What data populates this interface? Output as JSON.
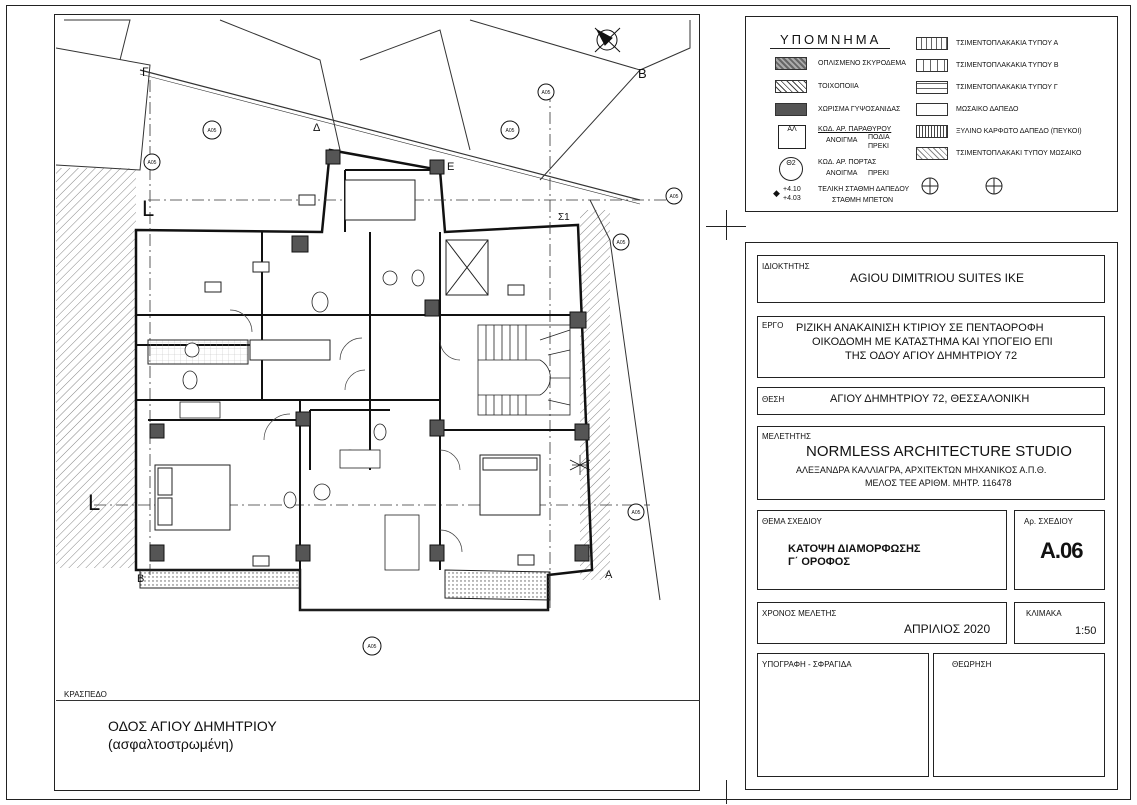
{
  "drawing": {
    "street_name": "ΟΔΟΣ ΑΓΙΟΥ ΔΗΜΗΤΡΙΟΥ",
    "street_surface": "(ασφαλτοστρωμένη)",
    "curb_label": "ΚΡΑΣΠΕΔΟ",
    "section_markers": [
      "A",
      "B",
      "Γ",
      "Δ",
      "Ε",
      "Σ1"
    ],
    "ref_tags": [
      "A05",
      "A05",
      "A05",
      "A05",
      "A05",
      "A05",
      "A05",
      "A05"
    ],
    "north_arrow": "north-arrow-icon"
  },
  "legend": {
    "title": "ΥΠΟΜΝΗΜΑ",
    "items_left": [
      {
        "label": "ΟΠΛΙΣΜΕΝΟ ΣΚΥΡΟΔΕΜΑ",
        "pattern": "concrete"
      },
      {
        "label": "ΤΟΙΧΟΠΟΙΙΑ",
        "pattern": "hatch"
      },
      {
        "label": "ΧΩΡΙΣΜΑ ΓΥΨΟΣΑΝΙΔΑΣ",
        "pattern": "solid"
      }
    ],
    "window_code": {
      "tag": "ΑΛ",
      "label": "ΚΩΔ. ΑΡ. ΠΑΡΑΘΥΡΟΥ",
      "sub1": "ΑΝΟΙΓΜΑ",
      "sub2": "ΠΟΔΙΑ",
      "sub3": "ΠΡΕΚΙ"
    },
    "door_code": {
      "tag": "Θ2",
      "label": "ΚΩΔ. ΑΡ. ΠΟΡΤΑΣ",
      "sub1": "ΑΝΟΙΓΜΑ",
      "sub2": "ΠΡΕΚΙ"
    },
    "level": {
      "value1": "+4.10",
      "value2": "+4.03",
      "label1": "ΤΕΛΙΚΗ ΣΤΑΘΜΗ ΔΑΠΕΔΟΥ",
      "label2": "ΣΤΑΘΜΗ ΜΠΕΤΟΝ"
    },
    "items_right": [
      {
        "label": "ΤΣΙΜΕΝΤΟΠΛΑΚΑΚΙΑ ΤΥΠΟΥ Α"
      },
      {
        "label": "ΤΣΙΜΕΝΤΟΠΛΑΚΑΚΙΑ ΤΥΠΟΥ Β"
      },
      {
        "label": "ΤΣΙΜΕΝΤΟΠΛΑΚΑΚΙΑ ΤΥΠΟΥ Γ"
      },
      {
        "label": "ΜΩΣΑΙΚΟ ΔΑΠΕΔΟ"
      },
      {
        "label": "ΞΥΛΙΝΟ ΚΑΡΦΩΤΟ ΔΑΠΕΔΟ (ΠΕΥΚΟΙ)"
      },
      {
        "label": "ΤΣΙΜΕΝΤΟΠΛΑΚΑΚΙ ΤΥΠΟΥ ΜΩΣΑΙΚΟ"
      }
    ]
  },
  "title_block": {
    "owner_label": "ΙΔΙΟΚΤΗΤΗΣ",
    "owner_value": "AGIOU DIMITRIOU SUITES IKE",
    "project_label": "ΕΡΓΟ",
    "project_line1": "ΡΙΖΙΚΗ ΑΝΑΚΑΙΝΙΣΗ ΚΤΙΡΙΟΥ ΣΕ ΠΕΝΤΑΟΡΟΦΗ",
    "project_line2": "ΟΙΚΟΔΟΜΗ ΜΕ ΚΑΤΑΣΤΗΜΑ ΚΑΙ ΥΠΟΓΕΙΟ ΕΠΙ",
    "project_line3": "ΤΗΣ ΟΔΟΥ ΑΓΙΟΥ ΔΗΜΗΤΡΙΟΥ 72",
    "location_label": "ΘΕΣΗ",
    "location_value": "ΑΓΙΟΥ ΔΗΜΗΤΡΙΟΥ 72, ΘΕΣΣΑΛΟΝΙΚΗ",
    "designer_label": "ΜΕΛΕΤΗΤΗΣ",
    "designer_name": "NORMLESS ARCHITECTURE STUDIO",
    "designer_line2": "ΑΛΕΞΑΝΔΡΑ ΚΑΛΛΙΑΓΡΑ, ΑΡΧΙΤΕΚΤΩΝ ΜΗΧΑΝΙΚΟΣ Α.Π.Θ.",
    "designer_line3": "ΜΕΛΟΣ ΤΕΕ ΑΡΙΘΜ. ΜΗΤΡ. 116478",
    "subject_label": "ΘΕΜΑ ΣΧΕΔΙΟΥ",
    "subject_line1": "ΚΑΤΟΨΗ ΔΙΑΜΟΡΦΩΣΗΣ",
    "subject_line2": "Γ΄ ΟΡΟΦΟΣ",
    "sheet_label": "Αρ. ΣΧΕΔΙΟΥ",
    "sheet_value": "A.06",
    "date_label": "ΧΡΟΝΟΣ ΜΕΛΕΤΗΣ",
    "date_value": "ΑΠΡΙΛΙΟΣ 2020",
    "scale_label": "ΚΛΙΜΑΚΑ",
    "scale_value": "1:50",
    "signature_label": "ΥΠΟΓΡΑΦΗ - ΣΦΡΑΓΙΔΑ",
    "review_label": "ΘΕΩΡΗΣΗ"
  }
}
